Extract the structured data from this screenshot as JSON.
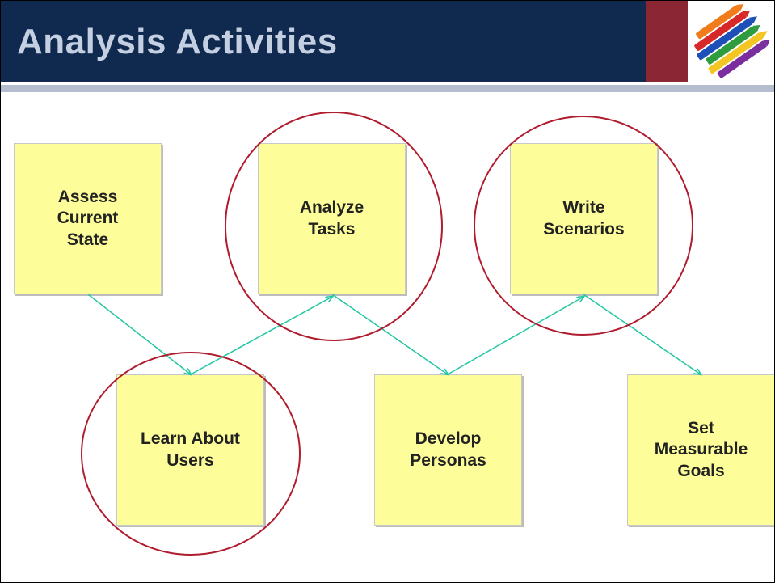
{
  "slide": {
    "title": "Analysis Activities"
  },
  "colors": {
    "header_bg": "#10294f",
    "header_accent": "#8b2635",
    "title_text": "#c4cfe2",
    "rule": "#b4bdcd",
    "node_fill": "#fdfd99",
    "arrow": "#22c7a2",
    "highlight_circle": "#b01c2e"
  },
  "nodes": {
    "assess": {
      "line1": "Assess",
      "line2": "Current",
      "line3": "State"
    },
    "analyze": {
      "line1": "Analyze",
      "line2": "Tasks"
    },
    "write": {
      "line1": "Write",
      "line2": "Scenarios"
    },
    "learn": {
      "line1": "Learn About",
      "line2": "Users"
    },
    "develop": {
      "line1": "Develop",
      "line2": "Personas"
    },
    "set": {
      "line1": "Set",
      "line2": "Measurable",
      "line3": "Goals"
    }
  },
  "highlighted": [
    "analyze",
    "write",
    "learn"
  ],
  "flow": [
    "assess",
    "learn",
    "analyze",
    "develop",
    "write",
    "set"
  ],
  "decoration": {
    "header_image_icon": "crayons-icon"
  }
}
